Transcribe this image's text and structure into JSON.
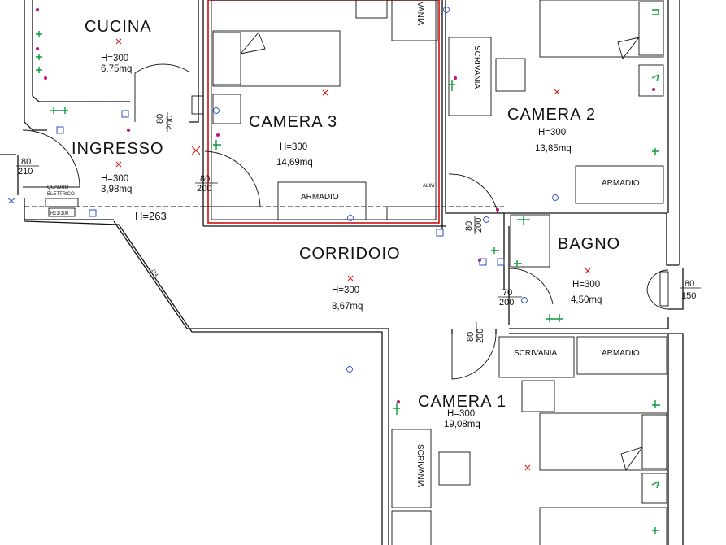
{
  "rooms": {
    "cucina": {
      "name": "CUCINA",
      "height": "H=300",
      "area": "6,75mq"
    },
    "ingresso": {
      "name": "INGRESSO",
      "height": "H=300",
      "area": "3,98mq"
    },
    "camera3": {
      "name": "CAMERA  3",
      "height": "H=300",
      "area": "14,69mq"
    },
    "camera2": {
      "name": "CAMERA  2",
      "height": "H=300",
      "area": "13,85mq"
    },
    "corridoio": {
      "name": "CORRIDOIO",
      "height": "H=300",
      "area": "8,67mq"
    },
    "bagno": {
      "name": "BAGNO",
      "height": "H=300",
      "area": "4,50mq"
    },
    "camera1": {
      "name": "CAMERA  1",
      "height": "H=300",
      "area": "19,08mq"
    }
  },
  "furniture": {
    "scrivania_top": "VANIA",
    "scrivania_c2": "SCRIVANIA",
    "armadio_c3": "ARMADIO",
    "armadio_c2": "ARMADIO",
    "scrivania_c1a": "SCRIVANIA",
    "armadio_c1": "ARMADIO",
    "scrivania_c1b": "SCRIVANIA"
  },
  "dimensions": {
    "d1": {
      "w": "80",
      "h": "200"
    },
    "d2": {
      "w": "80",
      "h": "210"
    },
    "d3": {
      "w": "80",
      "h": "200"
    },
    "d4": {
      "w": "80",
      "h": "200"
    },
    "d5": {
      "w": "70",
      "h": "200"
    },
    "d6": {
      "w": "80",
      "h": "200"
    },
    "d7": {
      "w": "80",
      "h": "150"
    },
    "corridor_height": "H=263"
  },
  "small_labels": {
    "quadro": "QUADRO",
    "elettrico": "ELETTRICO",
    "alim": "ALIM",
    "wall_mark": "214",
    "ret1": "Rc1/100"
  },
  "colors": {
    "walls": "#111111",
    "red": "#d01010",
    "green": "#0a9a3a",
    "magenta": "#c8107a",
    "blue": "#2a50c8"
  }
}
